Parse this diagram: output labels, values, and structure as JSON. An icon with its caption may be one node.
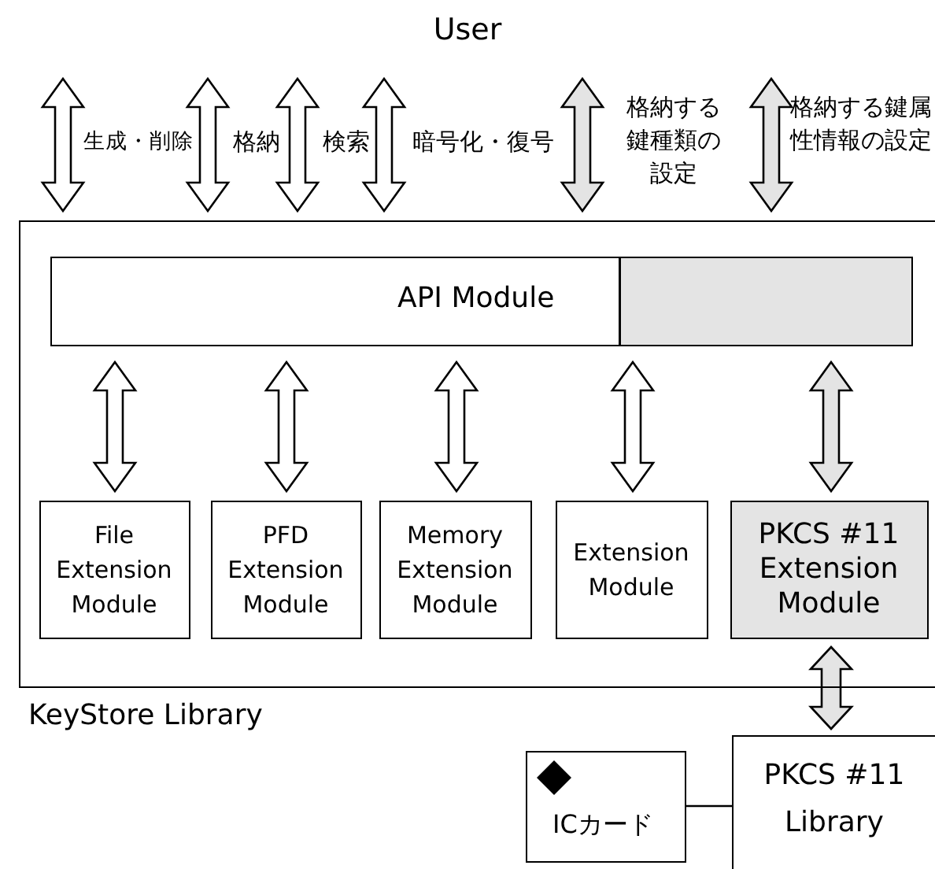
{
  "diagram": {
    "nodes": [
      {
        "text": [
          "KeyStore Library"
        ]
      },
      {
        "text": [
          "API Module"
        ],
        "in": 0
      },
      {
        "text": [
          "File Extension Module"
        ],
        "in": 0
      },
      {
        "text": [
          "PFD Extension Module"
        ],
        "in": 0
      },
      {
        "text": [
          "Memory Extension Module"
        ],
        "in": 0
      },
      {
        "text": [
          "Extension Module"
        ],
        "in": 0
      },
      {
        "text": [
          "PKCS #11 Extension Module"
        ],
        "in": 0
      },
      {
        "text": [
          "ICカード"
        ]
      },
      {
        "text": [
          "PKCS #11 Library"
        ]
      }
    ],
    "edges": [
      {
        "from": null,
        "to": 0,
        "arrow": "both",
        "label": "生成・削除"
      },
      {
        "from": null,
        "to": 0,
        "arrow": "both",
        "label": "格納"
      },
      {
        "from": null,
        "to": 0,
        "arrow": "both",
        "label": "検索"
      },
      {
        "from": null,
        "to": 0,
        "arrow": "both",
        "label": "暗号化・復号"
      },
      {
        "from": null,
        "to": 0,
        "arrow": "both",
        "label": "格納する鍵種類の設定"
      },
      {
        "from": null,
        "to": 0,
        "arrow": "both",
        "label": "格納する鍵属性情報の設定"
      },
      {
        "from": 1,
        "to": 2,
        "arrow": "both"
      },
      {
        "from": 1,
        "to": 3,
        "arrow": "both"
      },
      {
        "from": 1,
        "to": 4,
        "arrow": "both"
      },
      {
        "from": 1,
        "to": 5,
        "arrow": "both"
      },
      {
        "from": 1,
        "to": 6,
        "arrow": "both"
      },
      {
        "from": 6,
        "to": 8,
        "arrow": "both"
      },
      {
        "from": 7,
        "to": 8,
        "arrow": "none"
      }
    ],
    "labels": [
      "User"
    ]
  }
}
